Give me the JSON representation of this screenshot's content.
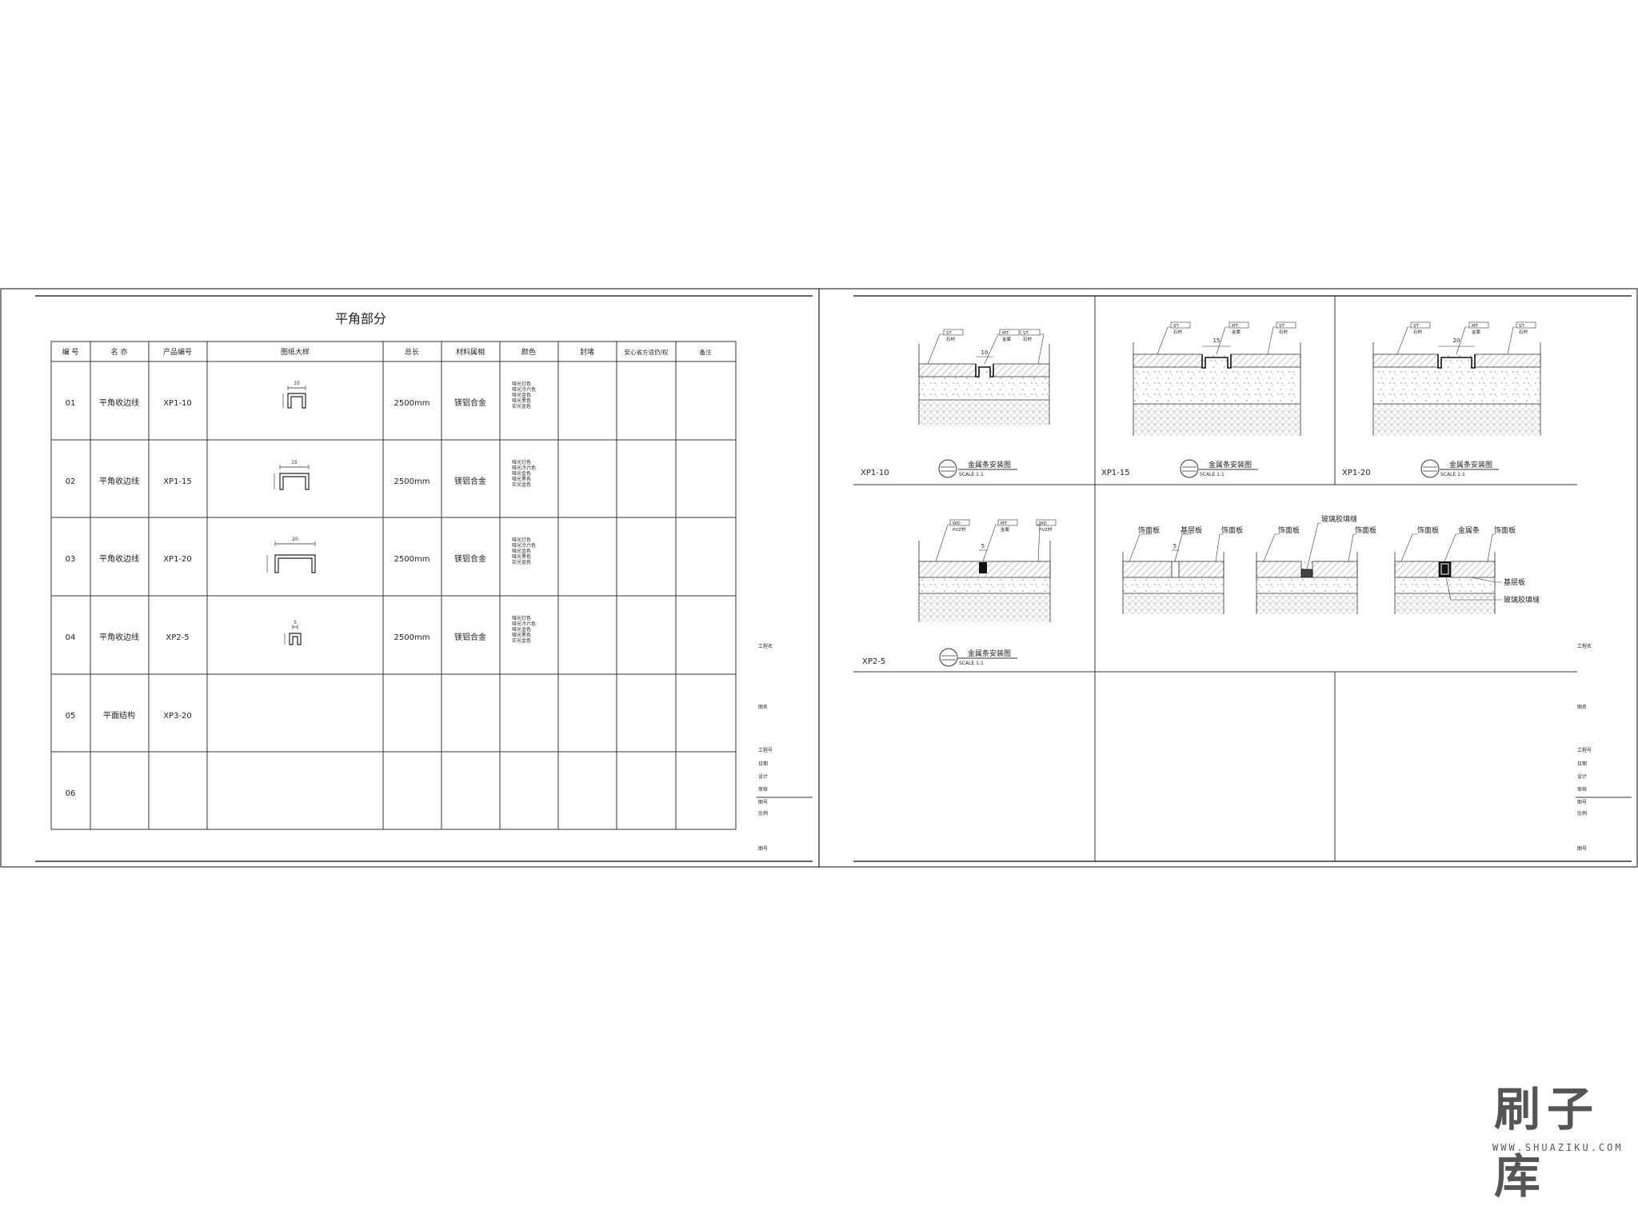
{
  "left_sheet": {
    "title": "平角部分",
    "table": {
      "headers": [
        "编 号",
        "名 亦",
        "产品编号",
        "图纸大样",
        "总长",
        "材料属相",
        "颜色",
        "封堵",
        "安心省方适仍/权",
        "备注"
      ],
      "rows": [
        {
          "no": "01",
          "name": "平角收边线",
          "code": "XP1-10",
          "dim": "10",
          "length": "2500mm",
          "material": "镁铝合金",
          "colors": [
            "哑光灯色",
            "哑光冷六色",
            "哑光金色",
            "哑光黑色",
            "实光金色"
          ]
        },
        {
          "no": "02",
          "name": "平角收边线",
          "code": "XP1-15",
          "dim": "15",
          "length": "2500mm",
          "material": "镁铝合金",
          "colors": [
            "哑光灯色",
            "哑光冷六色",
            "哑光金色",
            "哑光黑色",
            "实光金色"
          ]
        },
        {
          "no": "03",
          "name": "平角收边线",
          "code": "XP1-20",
          "dim": "20",
          "length": "2500mm",
          "material": "镁铝合金",
          "colors": [
            "哑光灯色",
            "哑光冷六色",
            "哑光金色",
            "哑光黑色",
            "实光金色"
          ]
        },
        {
          "no": "04",
          "name": "平角收边线",
          "code": "XP2-5",
          "dim": "5",
          "length": "2500mm",
          "material": "镁铝合金",
          "colors": [
            "哑光灯色",
            "哑光冷六色",
            "哑光金色",
            "哑光黑色",
            "实光金色"
          ]
        },
        {
          "no": "05",
          "name": "平面结构",
          "code": "XP3-20",
          "dim": "",
          "length": "",
          "material": "",
          "colors": []
        },
        {
          "no": "06",
          "name": "",
          "code": "",
          "dim": "",
          "length": "",
          "material": "",
          "colors": []
        }
      ]
    },
    "title_block": [
      "工程名",
      "图名",
      "工程号",
      "日期",
      "设计",
      "审核",
      "图号",
      "比例",
      "图号"
    ]
  },
  "right_sheet": {
    "details": [
      {
        "label": "XP1-10",
        "dim": "10",
        "caption": "金属条安装图",
        "scale": "SCALE 1:1",
        "tags": [
          "ST",
          "MT",
          "ST"
        ],
        "tag_notes": [
          "石材",
          "金属",
          "石材"
        ]
      },
      {
        "label": "XP1-15",
        "dim": "15",
        "caption": "金属条安装图",
        "scale": "SCALE 1:1",
        "tags": [
          "ST",
          "MT",
          "ST"
        ],
        "tag_notes": [
          "石材",
          "金属",
          "石材"
        ]
      },
      {
        "label": "XP1-20",
        "dim": "20",
        "caption": "金属条安装图",
        "scale": "SCALE 1:1",
        "tags": [
          "ST",
          "MT",
          "ST"
        ],
        "tag_notes": [
          "石材",
          "金属",
          "石材"
        ]
      },
      {
        "label": "XP2-5",
        "dim": "5",
        "caption": "金属条安装图",
        "scale": "SCALE 1:1",
        "tags": [
          "WD",
          "MT",
          "WD"
        ],
        "tag_notes": [
          "PVZ材",
          "金属",
          "PVZ材"
        ]
      }
    ],
    "section_labels": {
      "a": [
        "饰面板",
        "基层板",
        "饰面板"
      ],
      "b": [
        "饰面板",
        "玻璃胶填缝",
        "饰面板"
      ],
      "c": [
        "饰面板",
        "金属条",
        "饰面板",
        "基层板",
        "玻璃胶填缝"
      ],
      "dim_a": "5"
    },
    "title_block": [
      "工程名",
      "图名",
      "工程号",
      "日期",
      "设计",
      "审核",
      "图号",
      "比例",
      "图号"
    ]
  },
  "watermark": {
    "main": "刷子库",
    "sub": "WWW.SHUAZIKU.COM"
  }
}
